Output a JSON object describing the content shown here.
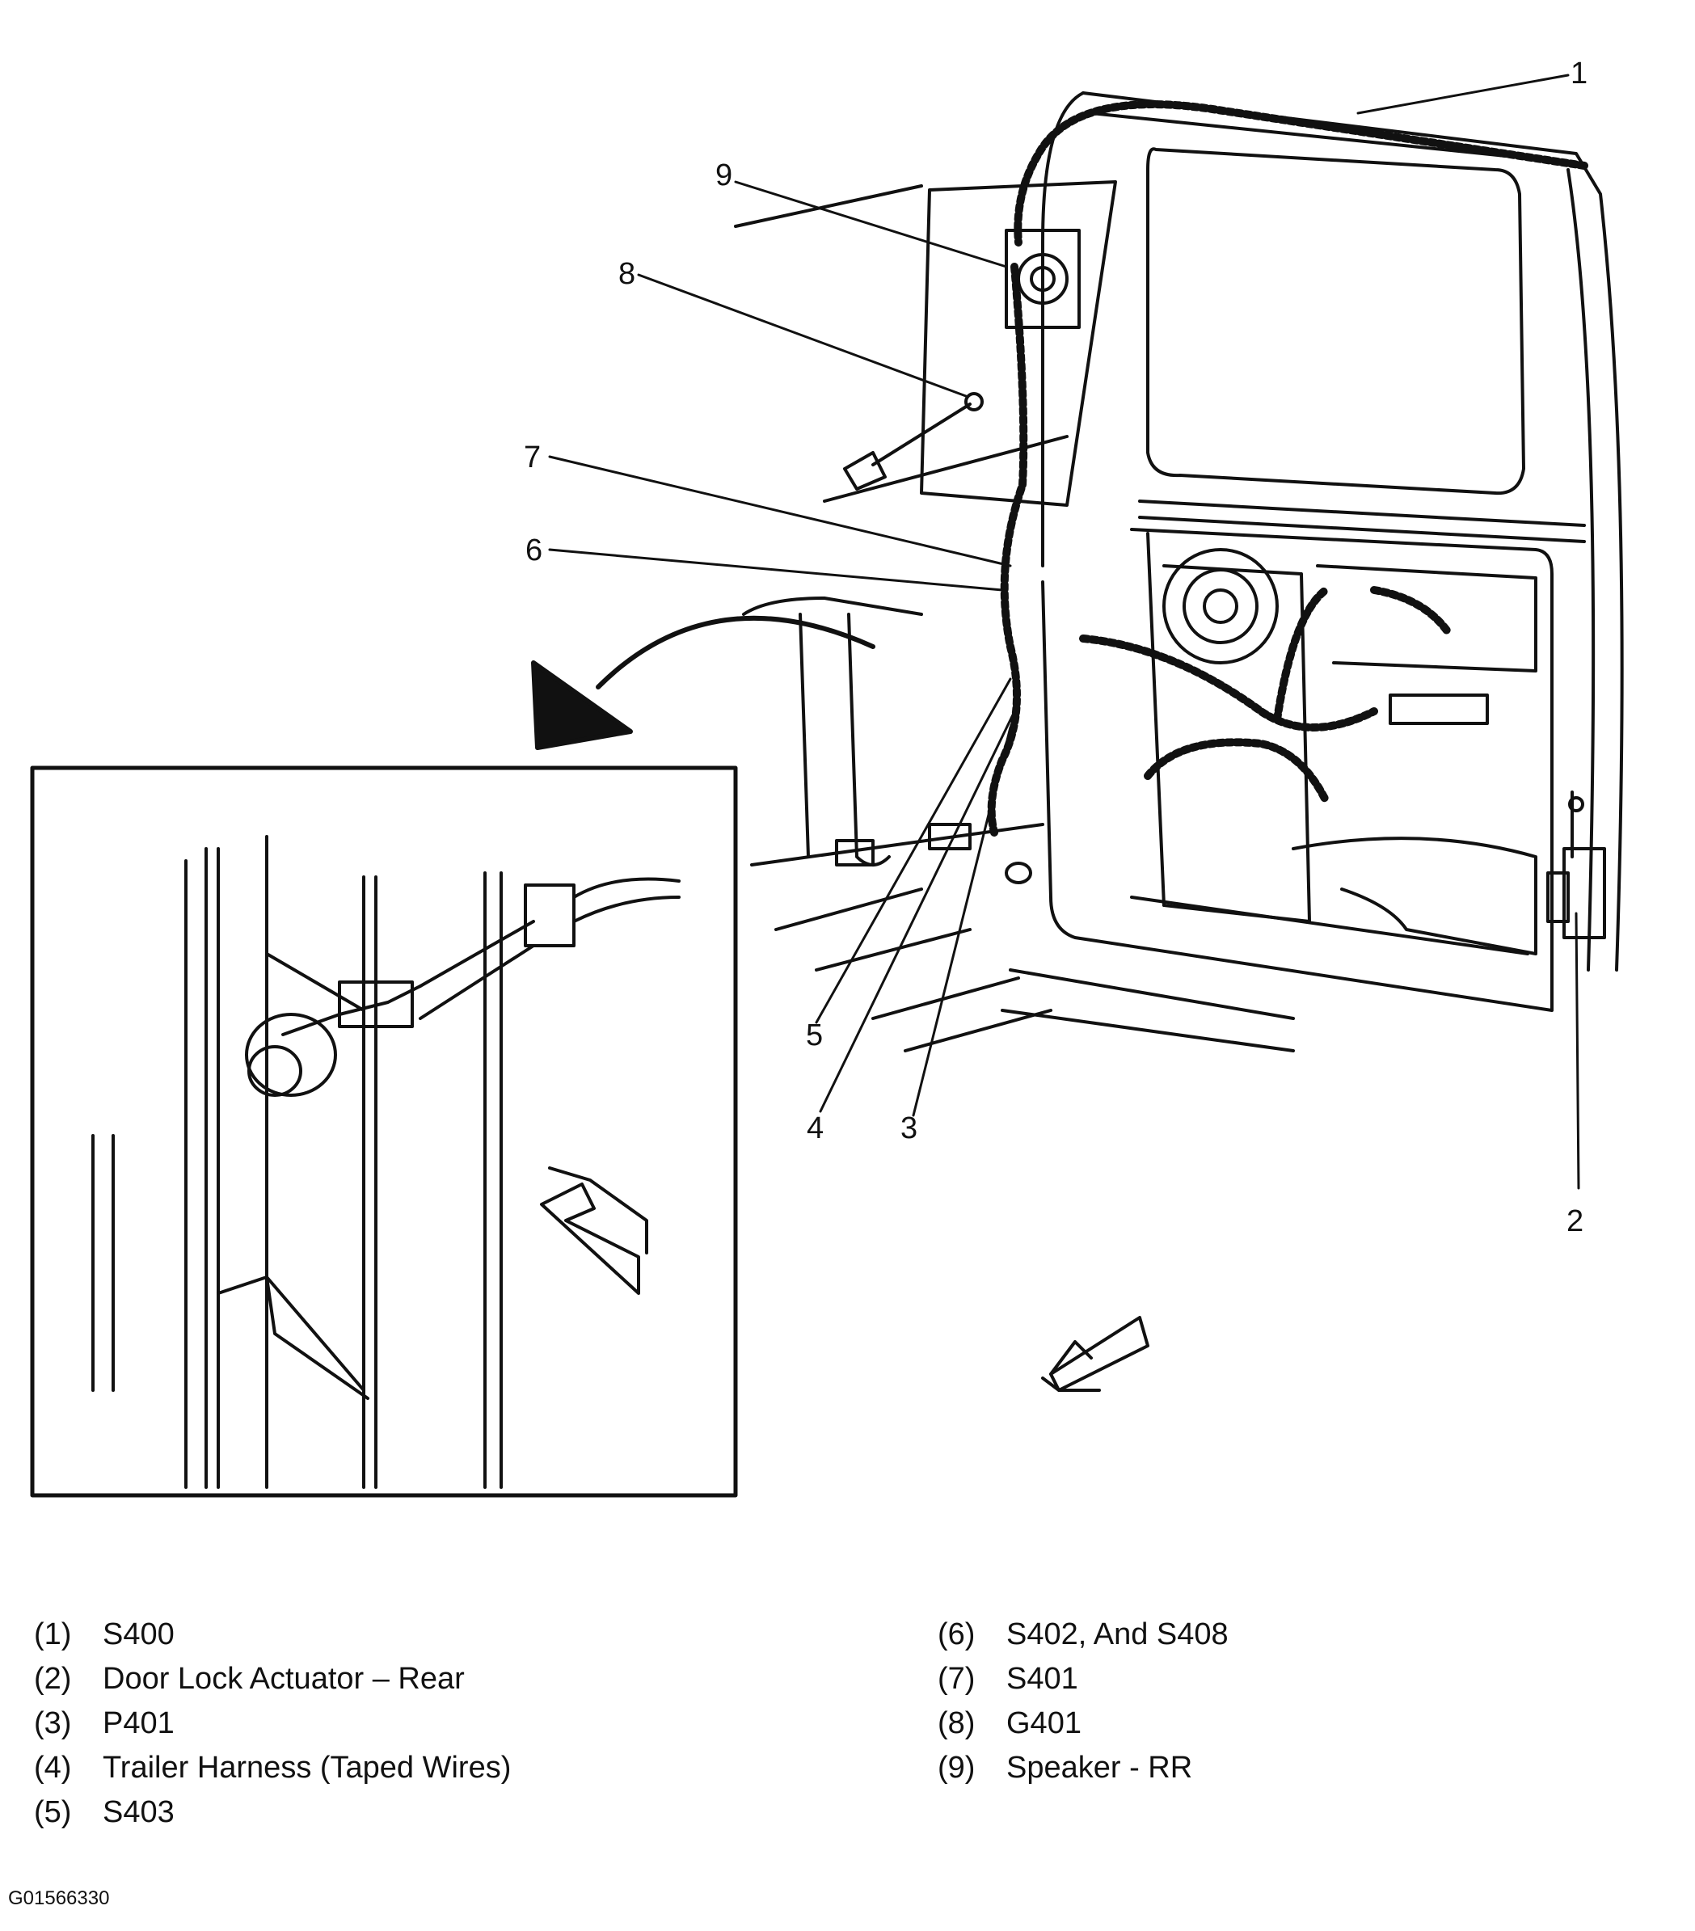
{
  "callouts": {
    "c1": "1",
    "c2": "2",
    "c3": "3",
    "c4": "4",
    "c5": "5",
    "c6": "6",
    "c7": "7",
    "c8": "8",
    "c9": "9"
  },
  "legend_left": [
    {
      "num": "(1)",
      "text": "S400"
    },
    {
      "num": "(2)",
      "text": "Door Lock Actuator – Rear"
    },
    {
      "num": "(3)",
      "text": "P401"
    },
    {
      "num": "(4)",
      "text": "Trailer Harness (Taped Wires)"
    },
    {
      "num": "(5)",
      "text": "S403"
    }
  ],
  "legend_right": [
    {
      "num": "(6)",
      "text": "S402, And S408"
    },
    {
      "num": "(7)",
      "text": "S401"
    },
    {
      "num": "(8)",
      "text": "G401"
    },
    {
      "num": "(9)",
      "text": "Speaker - RR"
    }
  ],
  "figure_id": "G01566330"
}
